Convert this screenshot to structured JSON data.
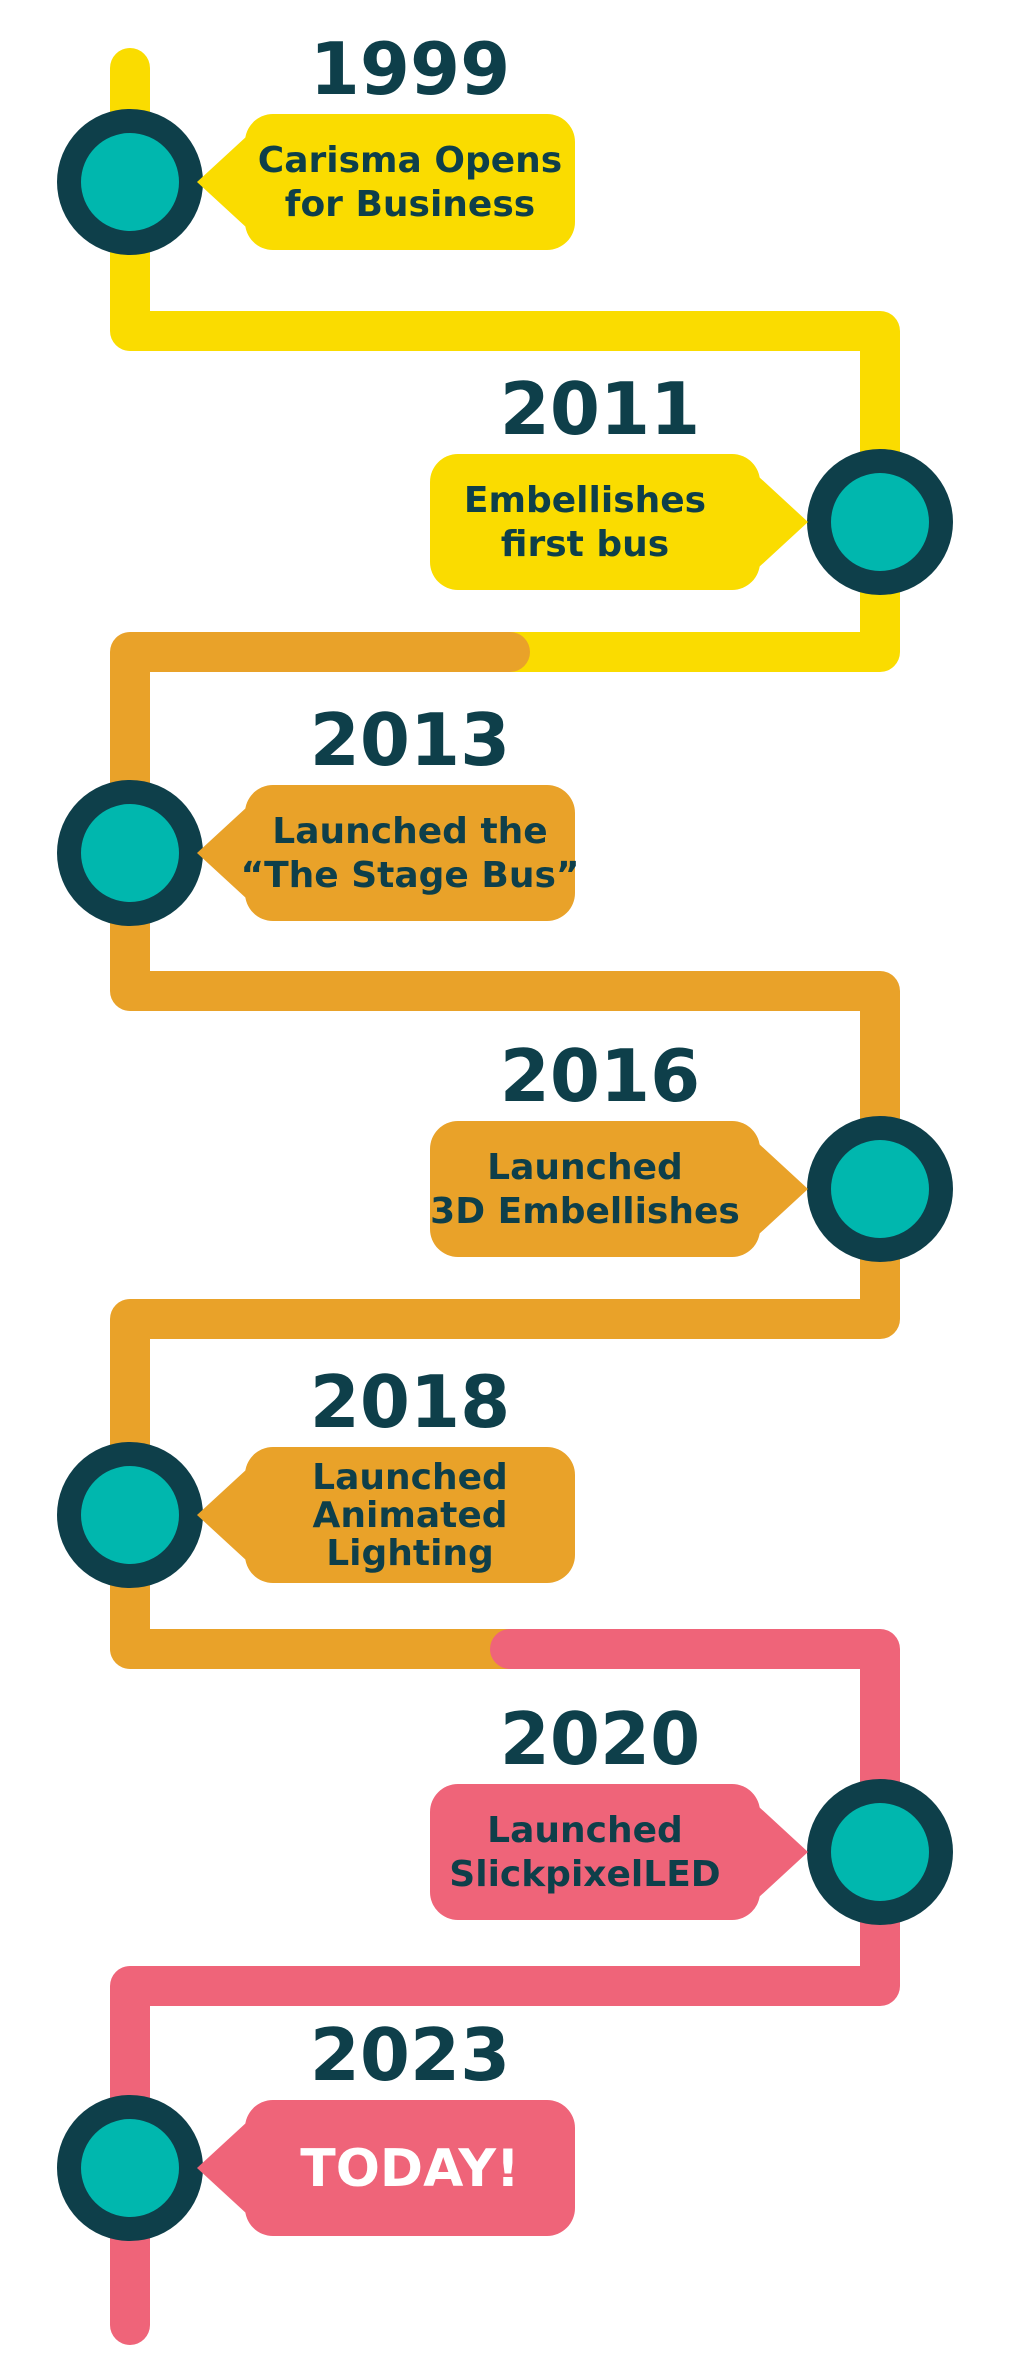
{
  "colors": {
    "yellow": "#FADC00",
    "orange": "#E9A229",
    "pink": "#EF6479",
    "teal": "#00B7AE",
    "dark": "#0E3F4A",
    "white": "#FFFFFF"
  },
  "milestones": [
    {
      "year": "1999",
      "lines": [
        "Carisma Opens",
        "for Business"
      ],
      "color": "yellow"
    },
    {
      "year": "2011",
      "lines": [
        "Embellishes",
        "first bus"
      ],
      "color": "yellow"
    },
    {
      "year": "2013",
      "lines": [
        "Launched the",
        "“The Stage Bus”"
      ],
      "color": "orange"
    },
    {
      "year": "2016",
      "lines": [
        "Launched",
        "3D Embellishes"
      ],
      "color": "orange"
    },
    {
      "year": "2018",
      "lines": [
        "Launched",
        "Animated",
        "Lighting"
      ],
      "color": "orange"
    },
    {
      "year": "2020",
      "lines": [
        "Launched",
        "SlickpixelLED"
      ],
      "color": "pink"
    },
    {
      "year": "2023",
      "lines": [
        "TODAY!"
      ],
      "color": "pink"
    }
  ]
}
